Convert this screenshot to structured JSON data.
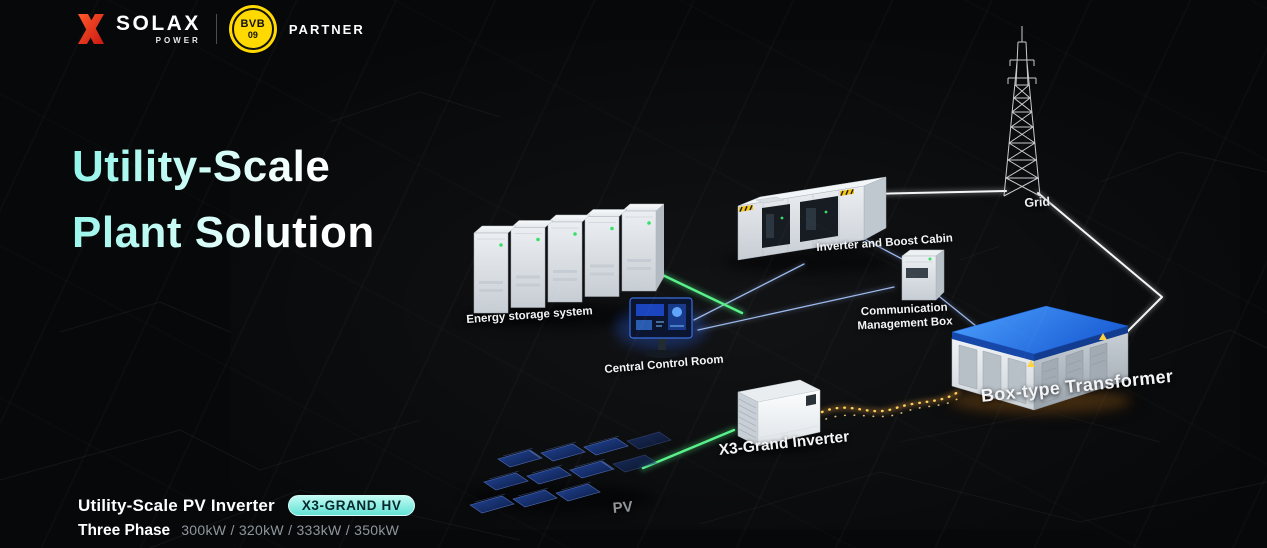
{
  "header": {
    "brand_name": "SOLAX",
    "brand_sub": "POWER",
    "bvb_line1": "BVB",
    "bvb_line2": "09",
    "partner_label": "PARTNER"
  },
  "hero": {
    "title_line1": "Utility-Scale",
    "title_line2": "Plant Solution"
  },
  "diagram": {
    "labels": {
      "energy_storage": "Energy storage system",
      "central_control": "Central Control Room",
      "inverter_cabin": "Inverter and Boost Cabin",
      "comm_box_line1": "Communication",
      "comm_box_line2": "Management Box",
      "transformer": "Box-type Transformer",
      "x3_inverter": "X3-Grand Inverter",
      "pv": "PV",
      "grid": "Grid"
    }
  },
  "footer": {
    "product_label": "Utility-Scale PV Inverter",
    "badge_label": "X3-GRAND HV",
    "phase_label": "Three Phase",
    "power_options": "300kW / 320kW / 333kW / 350kW"
  },
  "colors": {
    "background": "#07080a",
    "accent_cyan": "#8ff5ea",
    "bvb_yellow": "#ffd900",
    "solax_red": "#e8391d",
    "line_green": "#49e87d",
    "line_yellow": "#ffcf5e",
    "roof_blue": "#2f8bff"
  }
}
